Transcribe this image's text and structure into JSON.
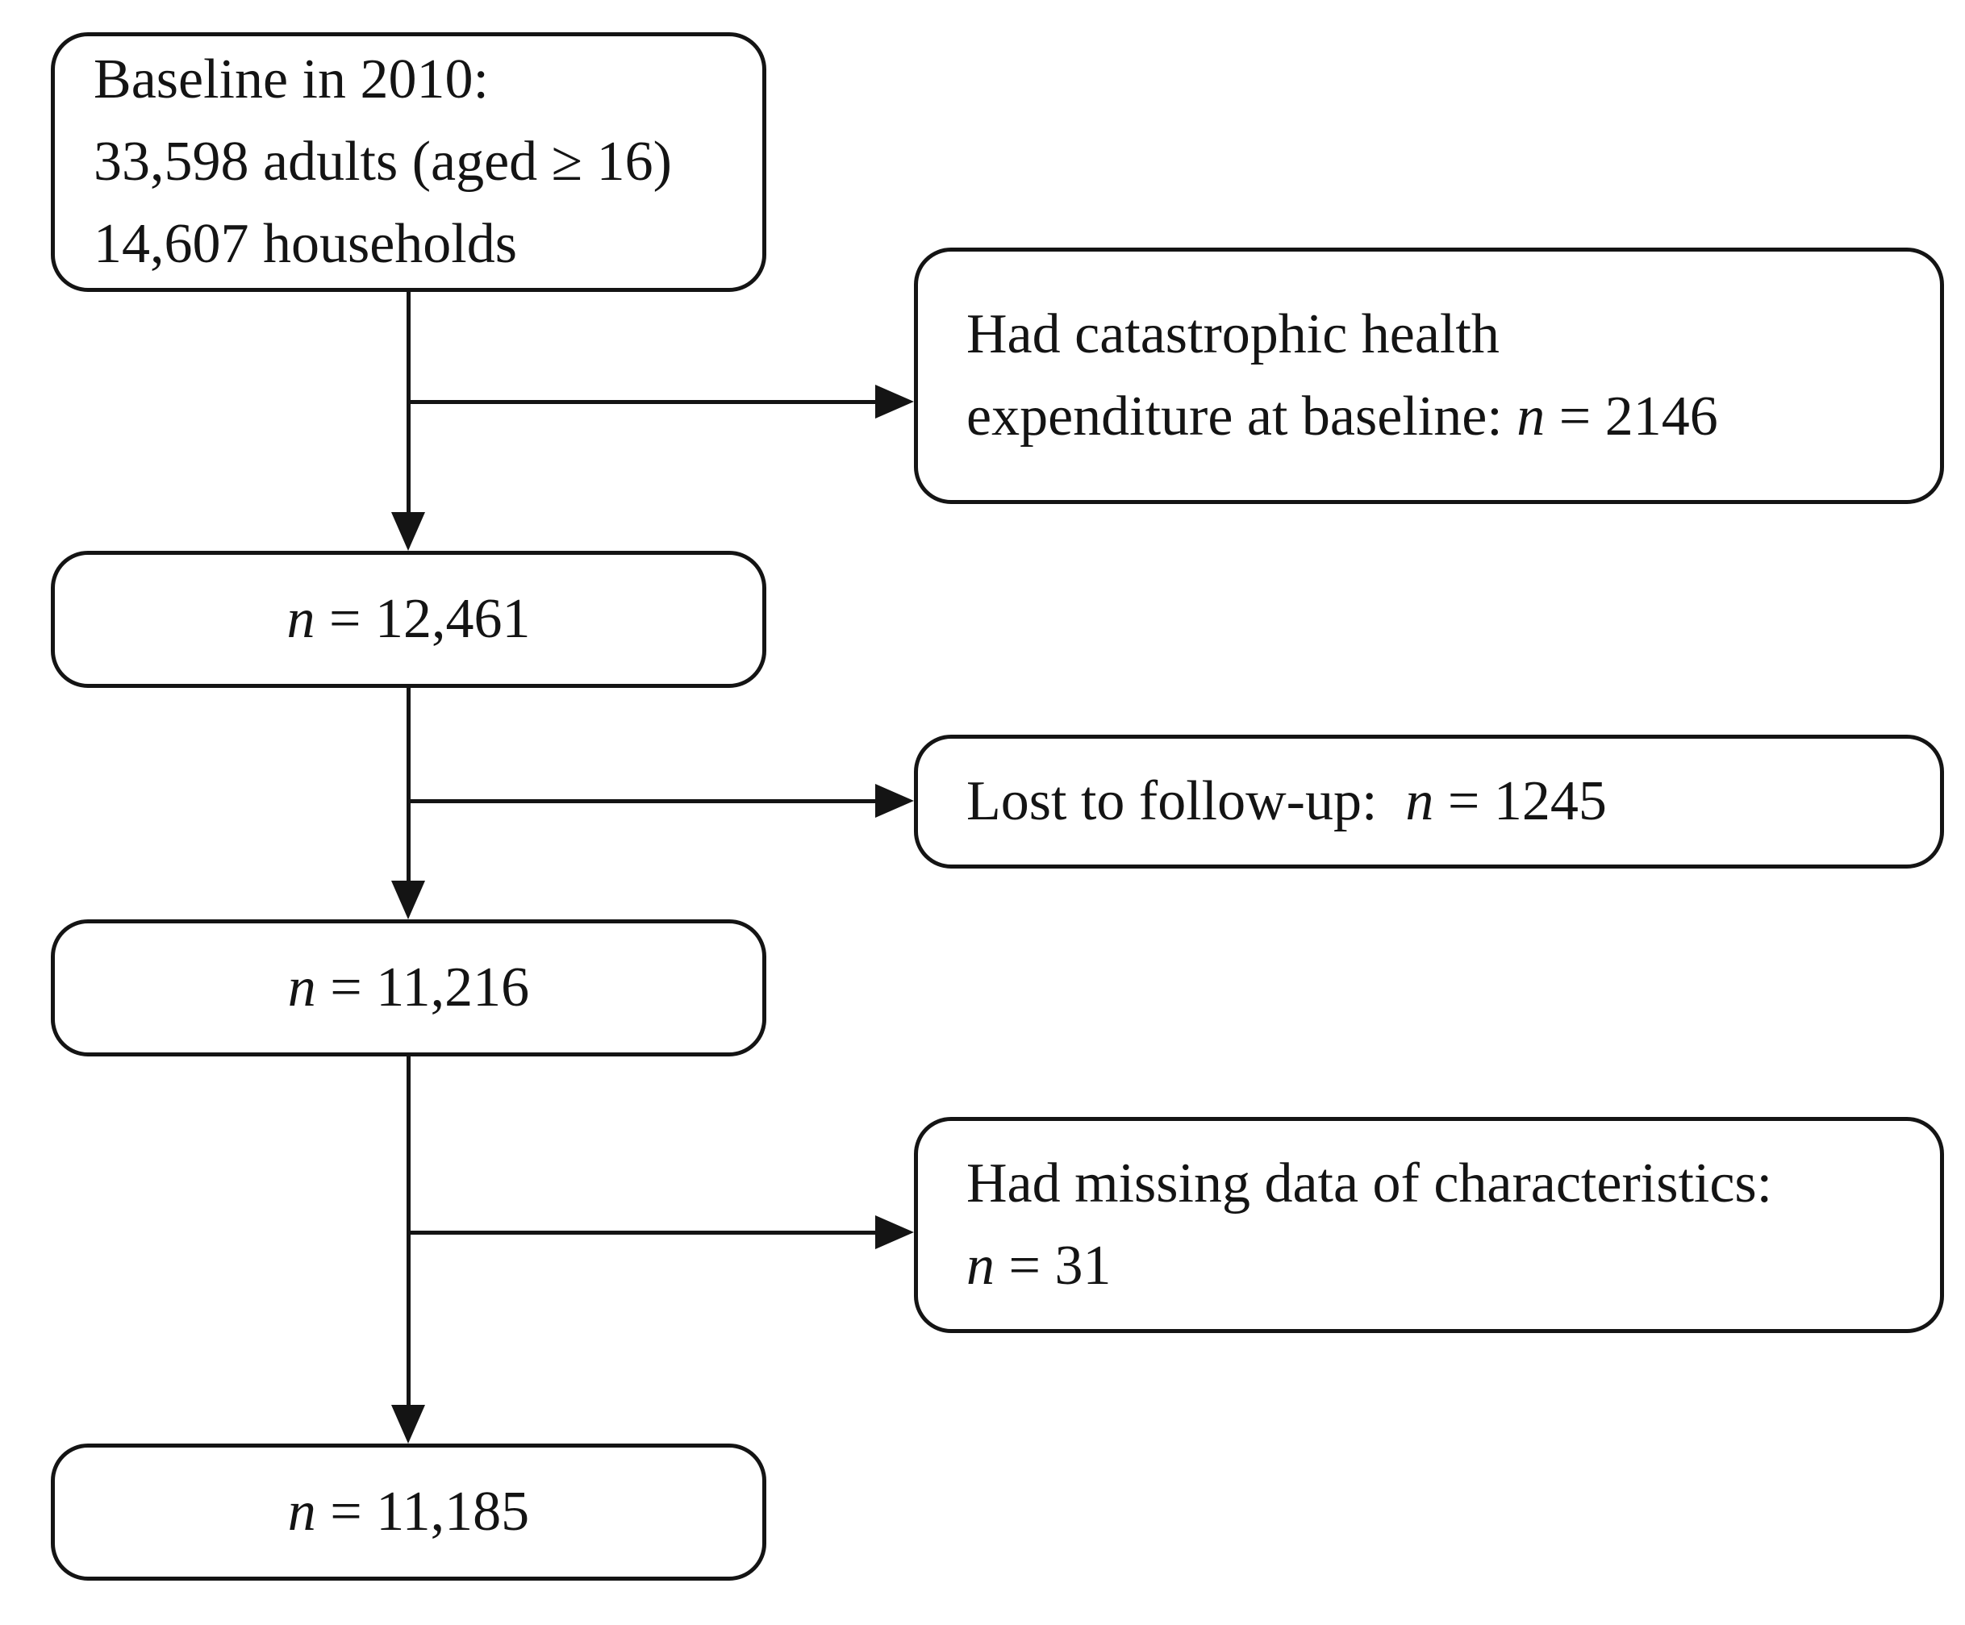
{
  "figure": {
    "background": "#ffffff",
    "ink_color": "#141414",
    "type": "study-participant-flowchart"
  },
  "boxes": {
    "baseline": {
      "line1": "Baseline in 2010:",
      "line2": "33,598 adults (aged ≥ 16)",
      "line3": "14,607 households"
    },
    "excluded_che": {
      "line1": "Had catastrophic health",
      "line2_text": "expenditure at baseline: ",
      "line2_n": "n",
      "line2_value": " = 2146"
    },
    "after_che": {
      "n": "n",
      "value": " = 12,461"
    },
    "lost_followup": {
      "text": "Lost to follow-up:  ",
      "n": "n",
      "value": " = 1245"
    },
    "after_followup": {
      "n": "n",
      "value": " = 11,216"
    },
    "missing_data": {
      "line1": "Had missing data of characteristics:",
      "line2_n": "n",
      "line2_value": " = 31"
    },
    "final": {
      "n": "n",
      "value": " = 11,185"
    }
  }
}
